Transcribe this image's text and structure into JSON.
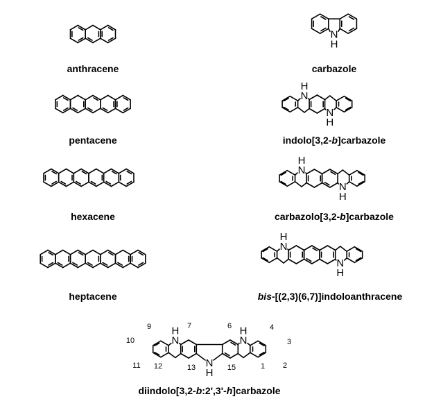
{
  "compounds": [
    {
      "id": "anthracene",
      "name_plain": "anthracene"
    },
    {
      "id": "carbazole",
      "name_plain": "carbazole"
    },
    {
      "id": "pentacene",
      "name_plain": "pentacene"
    },
    {
      "id": "indolocarbazole",
      "name_plain": "indolo[3,2-b]carbazole",
      "name_parts": [
        "indolo[3,2-",
        "b",
        "]carbazole"
      ]
    },
    {
      "id": "hexacene",
      "name_plain": "hexacene"
    },
    {
      "id": "carbazolocarbazole",
      "name_plain": "carbazolo[3,2-b]carbazole",
      "name_parts": [
        "carbazolo[3,2-",
        "b",
        "]carbazole"
      ]
    },
    {
      "id": "heptacene",
      "name_plain": "heptacene"
    },
    {
      "id": "bisindoloanthracene",
      "name_plain": "bis-[(2,3)(6,7)]indoloanthracene",
      "name_parts": [
        "bis",
        "-[(2,3)(6,7)]indoloanthracene"
      ]
    },
    {
      "id": "diindolocarbazole",
      "name_plain": "diindolo[3,2-b:2',3'-h]carbazole",
      "name_parts": [
        "diindolo[3,2-",
        "b",
        ":2',3'-",
        "h",
        "]carbazole"
      ]
    }
  ],
  "atom_label": "N",
  "h_label": "H",
  "positions": [
    "1",
    "2",
    "3",
    "4",
    "6",
    "7",
    "9",
    "10",
    "11",
    "12",
    "13",
    "15"
  ]
}
